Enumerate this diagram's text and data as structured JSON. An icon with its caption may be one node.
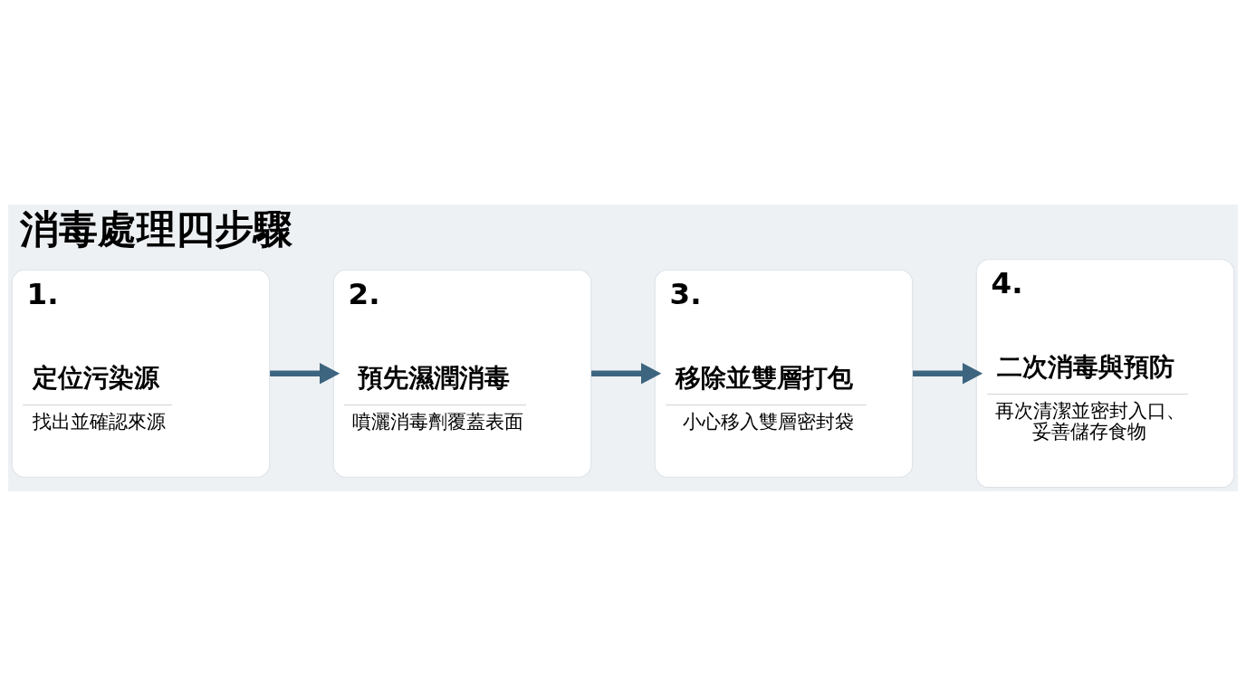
{
  "diagram": {
    "title": "消毒處理四步驟",
    "nodes": [
      {
        "text": [
          "1.",
          "定位污染源",
          "找出並確認來源"
        ]
      },
      {
        "text": [
          "2.",
          "預先濕潤消毒",
          "噴灑消毒劑覆蓋表面"
        ]
      },
      {
        "text": [
          "3.",
          "移除並雙層打包",
          "小心移入雙層密封袋"
        ]
      },
      {
        "text": [
          "4.",
          "二次消毒與預防",
          "再次清潔並密封入口、妥善儲存食物"
        ]
      }
    ],
    "edges": [
      {
        "from": 0,
        "to": 1,
        "arrow": "to"
      },
      {
        "from": 1,
        "to": 2,
        "arrow": "to"
      },
      {
        "from": 2,
        "to": 3,
        "arrow": "to"
      }
    ]
  }
}
